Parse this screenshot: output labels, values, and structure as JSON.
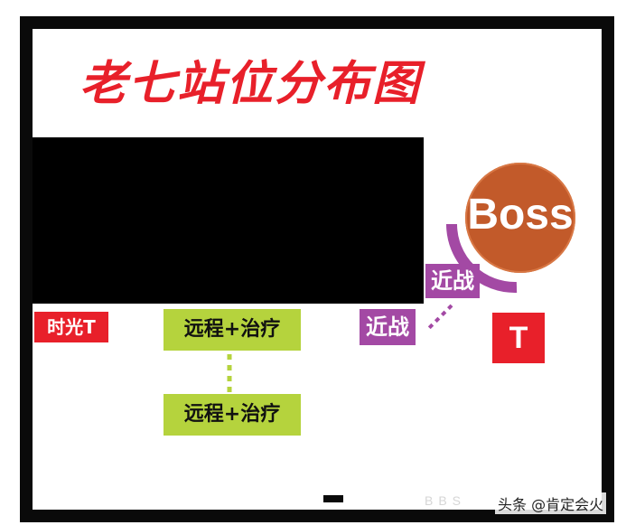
{
  "title": "老七站位分布图",
  "boss": {
    "label": "Boss"
  },
  "melee": {
    "top_label": "近战",
    "left_label": "近战"
  },
  "tanks": {
    "time_tank_label": "时光T",
    "main_tank_label": "T"
  },
  "ranged": {
    "upper_label": "远程+治疗",
    "lower_label": "远程+治疗"
  },
  "footer": {
    "watermark": "头条 @肯定会火",
    "faint_text": "BBS"
  },
  "colors": {
    "title": "#e8202a",
    "boss": "#c25a2a",
    "melee": "#a349a4",
    "tank": "#e8202a",
    "ranged": "#b5d33d",
    "frame": "#0a0a0a"
  }
}
